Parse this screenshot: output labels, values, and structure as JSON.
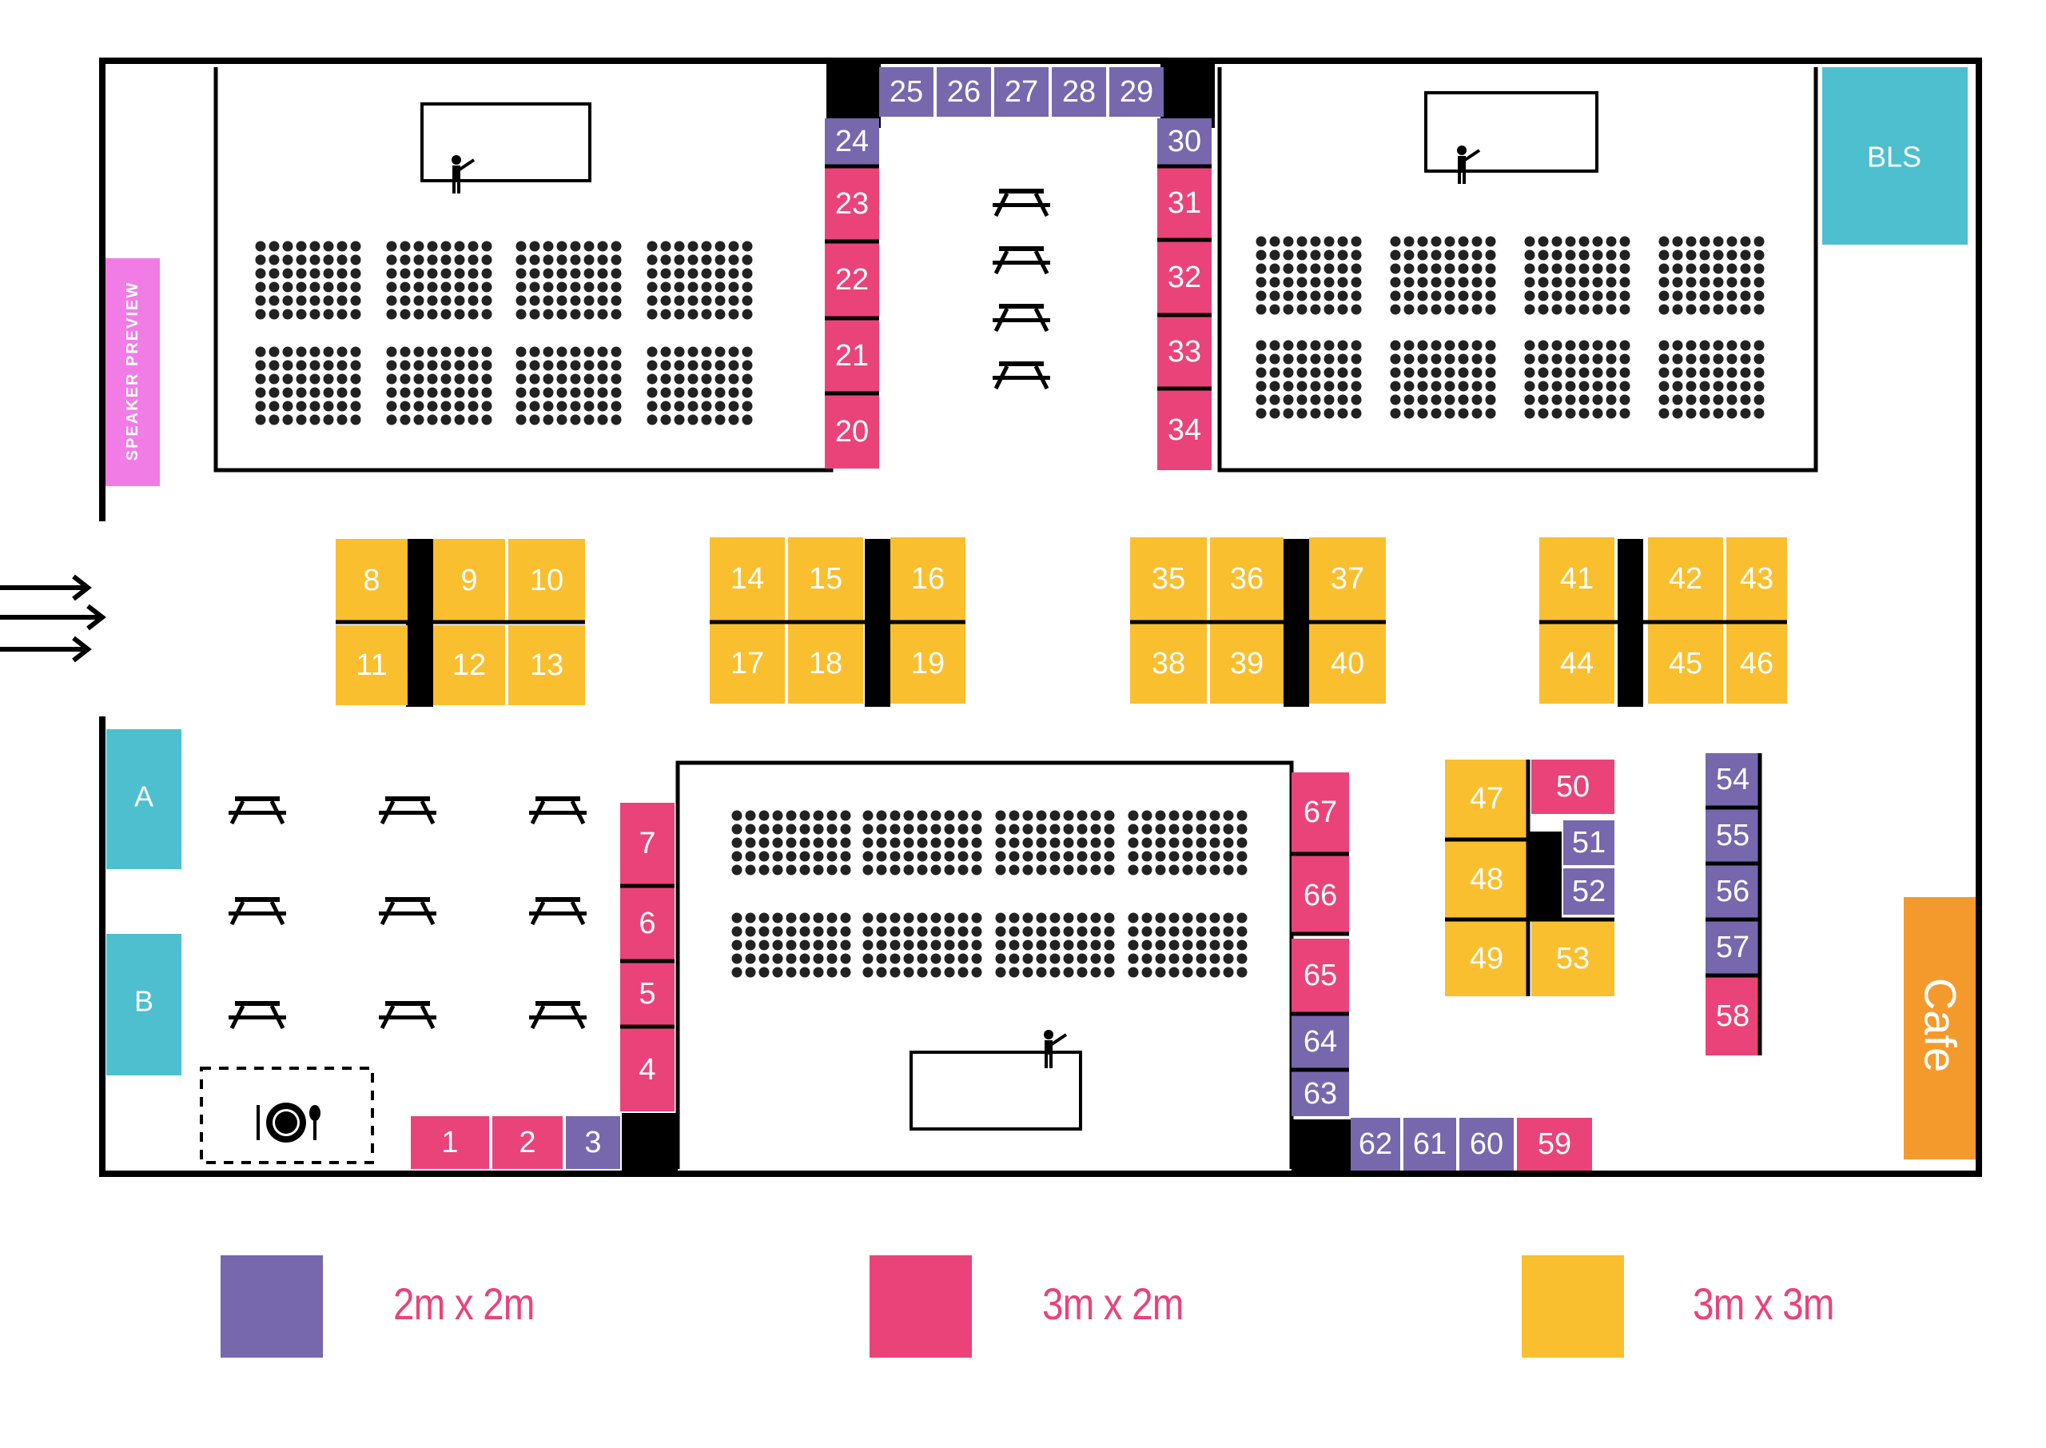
{
  "colors": {
    "purple": "#7767ad",
    "pink": "#e9437a",
    "yellow": "#f9bf2f",
    "teal": "#4dbfcf",
    "orange": "#f49a2c",
    "violet": "#f27ce6",
    "wall": "#000000",
    "label": "#ffffff"
  },
  "zones": {
    "speaker_preview": "SPEAKER PREVIEW",
    "bls": "BLS",
    "cafe": "Cafe",
    "lounge_a": "A",
    "lounge_b": "B"
  },
  "booths": [
    {
      "id": "1",
      "size": "3m x 2m"
    },
    {
      "id": "2",
      "size": "3m x 2m"
    },
    {
      "id": "3",
      "size": "2m x 2m"
    },
    {
      "id": "4",
      "size": "3m x 2m"
    },
    {
      "id": "5",
      "size": "3m x 2m"
    },
    {
      "id": "6",
      "size": "3m x 2m"
    },
    {
      "id": "7",
      "size": "3m x 2m"
    },
    {
      "id": "8",
      "size": "3m x 3m"
    },
    {
      "id": "9",
      "size": "3m x 3m"
    },
    {
      "id": "10",
      "size": "3m x 3m"
    },
    {
      "id": "11",
      "size": "3m x 3m"
    },
    {
      "id": "12",
      "size": "3m x 3m"
    },
    {
      "id": "13",
      "size": "3m x 3m"
    },
    {
      "id": "14",
      "size": "3m x 3m"
    },
    {
      "id": "15",
      "size": "3m x 3m"
    },
    {
      "id": "16",
      "size": "3m x 3m"
    },
    {
      "id": "17",
      "size": "3m x 3m"
    },
    {
      "id": "18",
      "size": "3m x 3m"
    },
    {
      "id": "19",
      "size": "3m x 3m"
    },
    {
      "id": "20",
      "size": "3m x 2m"
    },
    {
      "id": "21",
      "size": "3m x 2m"
    },
    {
      "id": "22",
      "size": "3m x 2m"
    },
    {
      "id": "23",
      "size": "3m x 2m"
    },
    {
      "id": "24",
      "size": "2m x 2m"
    },
    {
      "id": "25",
      "size": "2m x 2m"
    },
    {
      "id": "26",
      "size": "2m x 2m"
    },
    {
      "id": "27",
      "size": "2m x 2m"
    },
    {
      "id": "28",
      "size": "2m x 2m"
    },
    {
      "id": "29",
      "size": "2m x 2m"
    },
    {
      "id": "30",
      "size": "2m x 2m"
    },
    {
      "id": "31",
      "size": "3m x 2m"
    },
    {
      "id": "32",
      "size": "3m x 2m"
    },
    {
      "id": "33",
      "size": "3m x 2m"
    },
    {
      "id": "34",
      "size": "3m x 2m"
    },
    {
      "id": "35",
      "size": "3m x 3m"
    },
    {
      "id": "36",
      "size": "3m x 3m"
    },
    {
      "id": "37",
      "size": "3m x 3m"
    },
    {
      "id": "38",
      "size": "3m x 3m"
    },
    {
      "id": "39",
      "size": "3m x 3m"
    },
    {
      "id": "40",
      "size": "3m x 3m"
    },
    {
      "id": "41",
      "size": "3m x 3m"
    },
    {
      "id": "42",
      "size": "3m x 3m"
    },
    {
      "id": "43",
      "size": "3m x 3m"
    },
    {
      "id": "44",
      "size": "3m x 3m"
    },
    {
      "id": "45",
      "size": "3m x 3m"
    },
    {
      "id": "46",
      "size": "3m x 3m"
    },
    {
      "id": "47",
      "size": "3m x 3m"
    },
    {
      "id": "48",
      "size": "3m x 3m"
    },
    {
      "id": "49",
      "size": "3m x 3m"
    },
    {
      "id": "50",
      "size": "3m x 2m"
    },
    {
      "id": "51",
      "size": "2m x 2m"
    },
    {
      "id": "52",
      "size": "2m x 2m"
    },
    {
      "id": "53",
      "size": "3m x 3m"
    },
    {
      "id": "54",
      "size": "2m x 2m"
    },
    {
      "id": "55",
      "size": "2m x 2m"
    },
    {
      "id": "56",
      "size": "2m x 2m"
    },
    {
      "id": "57",
      "size": "2m x 2m"
    },
    {
      "id": "58",
      "size": "3m x 2m"
    },
    {
      "id": "59",
      "size": "3m x 2m"
    },
    {
      "id": "60",
      "size": "2m x 2m"
    },
    {
      "id": "61",
      "size": "2m x 2m"
    },
    {
      "id": "62",
      "size": "2m x 2m"
    },
    {
      "id": "63",
      "size": "2m x 2m"
    },
    {
      "id": "64",
      "size": "2m x 2m"
    },
    {
      "id": "65",
      "size": "3m x 2m"
    },
    {
      "id": "66",
      "size": "3m x 2m"
    },
    {
      "id": "67",
      "size": "3m x 2m"
    }
  ],
  "legend": [
    {
      "label": "2m x 2m",
      "color": "#7767ad"
    },
    {
      "label": "3m x 2m",
      "color": "#e9437a"
    },
    {
      "label": "3m x 3m",
      "color": "#f9bf2f"
    }
  ]
}
